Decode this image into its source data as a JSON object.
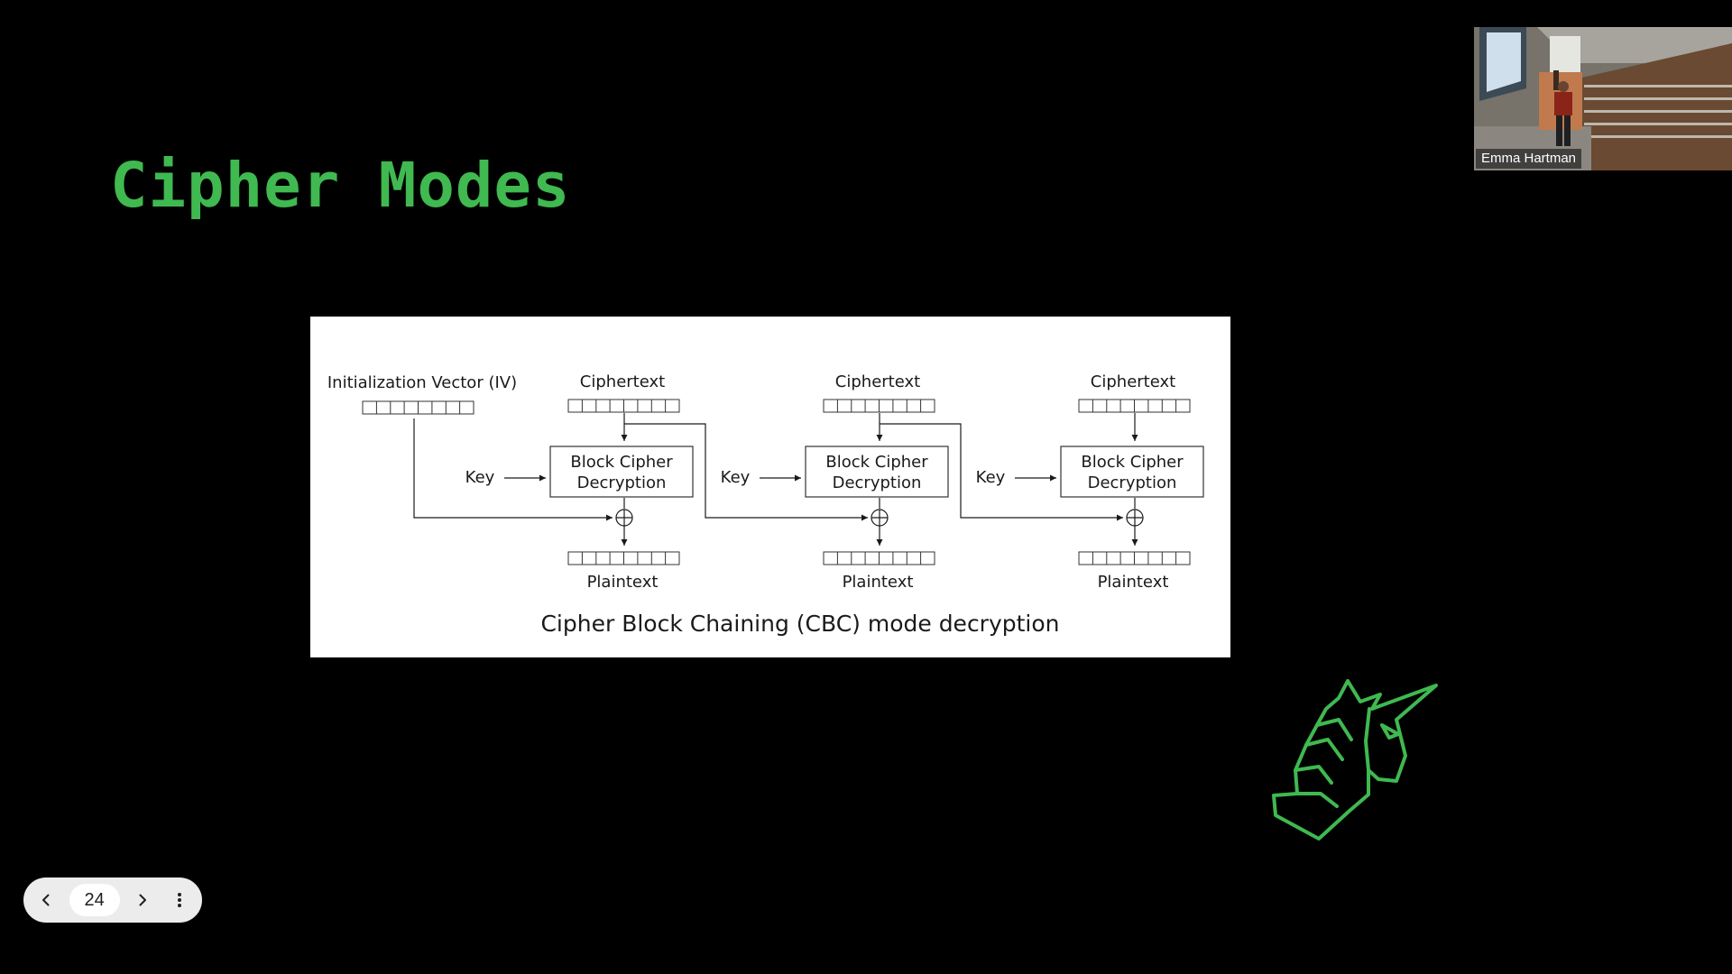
{
  "slide": {
    "title": "Cipher Modes",
    "title_color": "#3fb950",
    "page_number": "24"
  },
  "diagram": {
    "iv_label": "Initialization Vector (IV)",
    "blocks": [
      {
        "ciphertext_label": "Ciphertext",
        "key_label": "Key",
        "cipher_line1": "Block Cipher",
        "cipher_line2": "Decryption",
        "plaintext_label": "Plaintext"
      },
      {
        "ciphertext_label": "Ciphertext",
        "key_label": "Key",
        "cipher_line1": "Block Cipher",
        "cipher_line2": "Decryption",
        "plaintext_label": "Plaintext"
      },
      {
        "ciphertext_label": "Ciphertext",
        "key_label": "Key",
        "cipher_line1": "Block Cipher",
        "cipher_line2": "Decryption",
        "plaintext_label": "Plaintext"
      }
    ],
    "caption": "Cipher Block Chaining (CBC) mode decryption"
  },
  "video": {
    "participant_name": "Emma Hartman"
  },
  "logo": {
    "icon": "unicorn-horse-logo-icon",
    "color": "#3fb950"
  },
  "pager": {
    "prev_icon": "chevron-left-icon",
    "next_icon": "chevron-right-icon",
    "more_icon": "more-vertical-icon"
  }
}
